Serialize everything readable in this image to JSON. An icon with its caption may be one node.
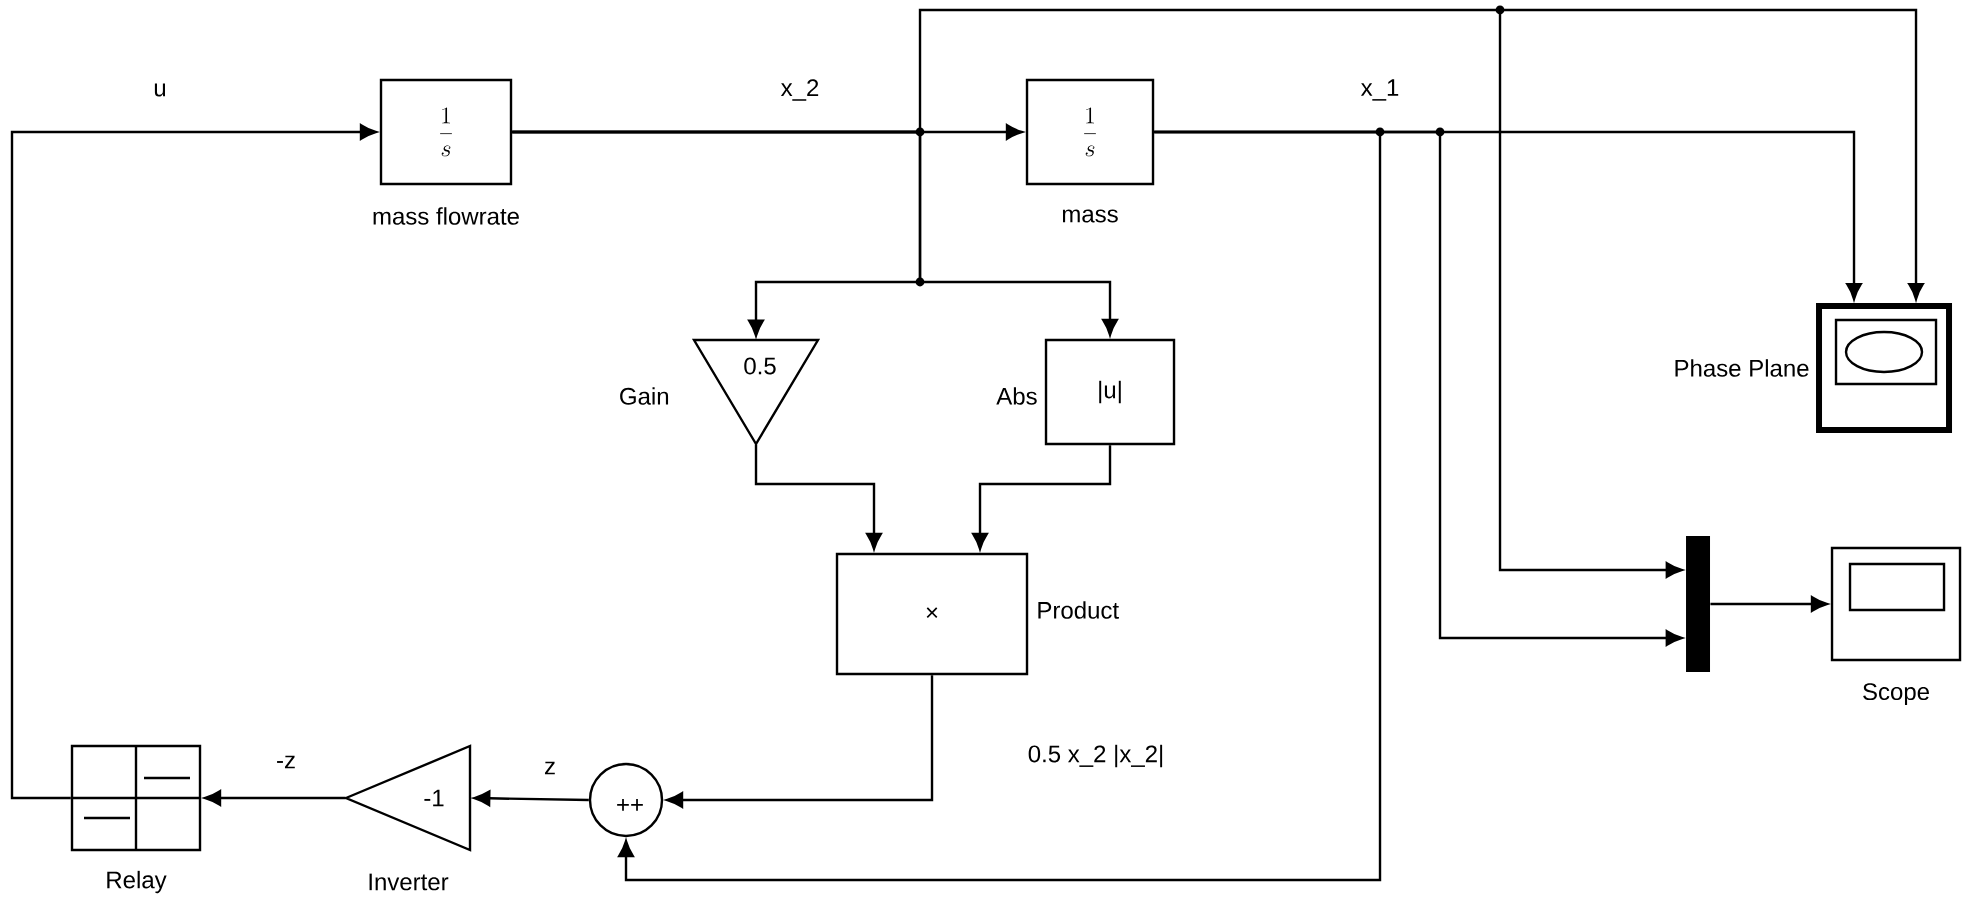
{
  "diagram": {
    "nodes": [
      {
        "text": [
          "\\frac{1}{s}",
          "mass flowrate"
        ]
      },
      {
        "text": [
          "\\frac{1}{s}",
          "mass"
        ]
      },
      {
        "text": [
          "Gain",
          "0.5"
        ]
      },
      {
        "text": [
          "Abs",
          "|u|"
        ]
      },
      {
        "text": [
          "×",
          "Product"
        ]
      },
      {
        "text": [
          "Phase Plane"
        ]
      },
      {
        "text": [],
        "shape": "bar"
      },
      {
        "text": [
          "Scope"
        ]
      },
      {
        "text": [
          "++"
        ]
      },
      {
        "text": [
          "-1",
          "Inverter"
        ]
      },
      {
        "text": [
          "Relay"
        ]
      }
    ],
    "edges": [
      {
        "from": 10,
        "to": 0,
        "arrow": "to",
        "label": "u"
      },
      {
        "from": 0,
        "to": 1,
        "arrow": "to",
        "label": "x_2"
      },
      {
        "from": 0,
        "to": 2,
        "arrow": "to"
      },
      {
        "from": 0,
        "to": 3,
        "arrow": "to"
      },
      {
        "from": 0,
        "to": 5,
        "arrow": "to"
      },
      {
        "from": 0,
        "to": 6,
        "arrow": "to"
      },
      {
        "from": 1,
        "to": 5,
        "arrow": "to",
        "label": "x_1"
      },
      {
        "from": 1,
        "to": 6,
        "arrow": "to"
      },
      {
        "from": 1,
        "to": 8,
        "arrow": "to"
      },
      {
        "from": 2,
        "to": 4,
        "arrow": "to"
      },
      {
        "from": 3,
        "to": 4,
        "arrow": "to"
      },
      {
        "from": 4,
        "to": 8,
        "arrow": "to",
        "label": "0.5 x_2 |x_2|"
      },
      {
        "from": 8,
        "to": 9,
        "arrow": "to",
        "label": "z"
      },
      {
        "from": 9,
        "to": 10,
        "arrow": "to",
        "label": "-z"
      },
      {
        "from": 6,
        "to": 7,
        "arrow": "to"
      }
    ]
  }
}
